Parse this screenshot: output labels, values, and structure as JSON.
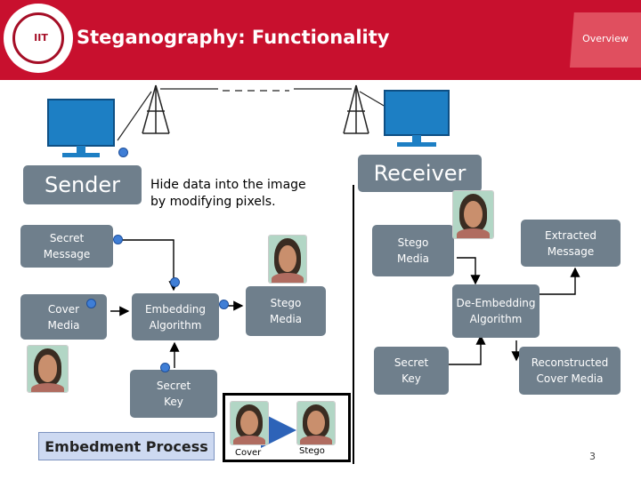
{
  "header": {
    "title": "Steganography: Functionality",
    "overview_tab": "Overview",
    "logo_text": "IIT"
  },
  "nodes": {
    "sender": "Sender",
    "receiver": "Receiver",
    "secret_message": "Secret\nMessage",
    "cover_media": "Cover\nMedia",
    "embedding_algorithm": "Embedding\nAlgorithm",
    "stego_media_left": "Stego\nMedia",
    "secret_key_left": "Secret\nKey",
    "stego_media_right": "Stego\nMedia",
    "extracted_message": "Extracted\nMessage",
    "de_embedding_algorithm": "De-Embedding\nAlgorithm",
    "secret_key_right": "Secret\nKey",
    "reconstructed_cover_media": "Reconstructed\nCover Media"
  },
  "caption": "Hide data into the image\nby modifying pixels.",
  "embedment_label": "Embedment Process",
  "comparison": {
    "cover_label": "Cover",
    "stego_label": "Stego"
  },
  "page_number": "3",
  "colors": {
    "header_red": "#c8102e",
    "box_gray": "#6f7f8c",
    "dot_blue": "#3f7ed6",
    "monitor_blue": "#1d7fc4"
  }
}
